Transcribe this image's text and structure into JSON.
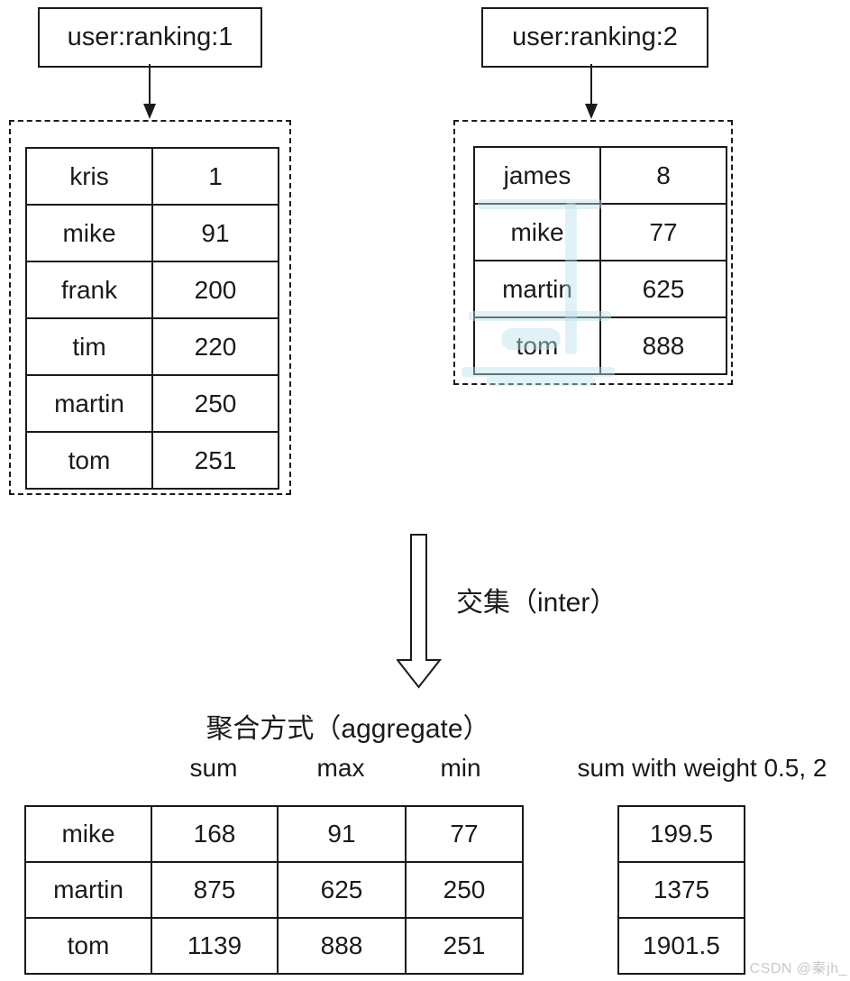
{
  "set1": {
    "key": "user:ranking:1",
    "members": [
      [
        "kris",
        "1"
      ],
      [
        "mike",
        "91"
      ],
      [
        "frank",
        "200"
      ],
      [
        "tim",
        "220"
      ],
      [
        "martin",
        "250"
      ],
      [
        "tom",
        "251"
      ]
    ]
  },
  "set2": {
    "key": "user:ranking:2",
    "members": [
      [
        "james",
        "8"
      ],
      [
        "mike",
        "77"
      ],
      [
        "martin",
        "625"
      ],
      [
        "tom",
        "888"
      ]
    ]
  },
  "operation": {
    "label": "交集（inter）"
  },
  "aggregate": {
    "title": "聚合方式（aggregate）",
    "columns": [
      "sum",
      "max",
      "min"
    ],
    "weight_column": "sum with weight 0.5, 2",
    "results": [
      [
        "mike",
        "168",
        "91",
        "77"
      ],
      [
        "martin",
        "875",
        "625",
        "250"
      ],
      [
        "tom",
        "1139",
        "888",
        "251"
      ]
    ],
    "weighted_results": [
      "199.5",
      "1375",
      "1901.5"
    ]
  },
  "watermark": {
    "label": "CSDN @秦jh_"
  },
  "colors": {
    "line": "#1a1a1a",
    "watermark_text": "#c9c9c9",
    "faint_stamp": "#bae3ea"
  }
}
